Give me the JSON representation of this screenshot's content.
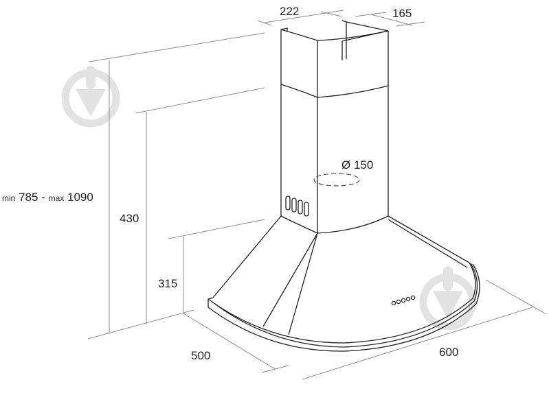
{
  "diagram": {
    "subject": "chimney cooker hood dimensional drawing",
    "units": "mm",
    "dimensions": {
      "chimney_width": "222",
      "chimney_depth": "165",
      "duct_diameter": "Ø 150",
      "height_range_min_label": "min",
      "height_range_min": "785",
      "height_range_sep": "-",
      "height_range_max_label": "max",
      "height_range_max": "1090",
      "upper_height": "430",
      "canopy_height": "315",
      "canopy_depth": "500",
      "canopy_width": "600"
    },
    "icons": {
      "watermark_left": "download-watermark-icon",
      "watermark_right": "download-watermark-icon"
    },
    "colors": {
      "outline": "#1e1e1e",
      "dimension_lines": "#8a8a8a",
      "watermark": "#e2e2e2",
      "background": "#ffffff"
    }
  }
}
